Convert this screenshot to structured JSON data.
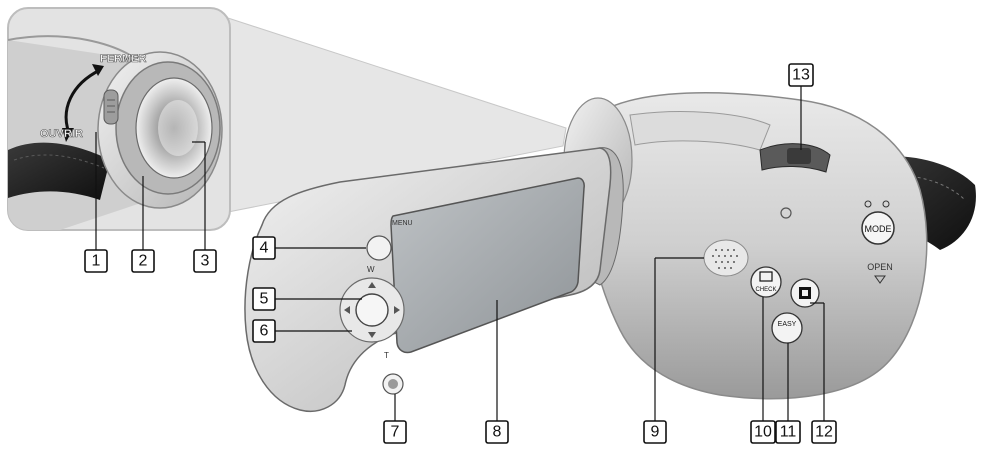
{
  "inset": {
    "close_label": "FERMER",
    "open_label": "OUVRIR"
  },
  "camera": {
    "menu_label": "MENU",
    "w_label": "W",
    "t_label": "T",
    "check_label": "CHECK",
    "easy_label": "EASY",
    "mode_label": "MODE",
    "open_label": "OPEN"
  },
  "callouts": [
    {
      "id": "1",
      "label": "1"
    },
    {
      "id": "2",
      "label": "2"
    },
    {
      "id": "3",
      "label": "3"
    },
    {
      "id": "4",
      "label": "4"
    },
    {
      "id": "5",
      "label": "5"
    },
    {
      "id": "6",
      "label": "6"
    },
    {
      "id": "7",
      "label": "7"
    },
    {
      "id": "8",
      "label": "8"
    },
    {
      "id": "9",
      "label": "9"
    },
    {
      "id": "10",
      "label": "10"
    },
    {
      "id": "11",
      "label": "11"
    },
    {
      "id": "12",
      "label": "12"
    },
    {
      "id": "13",
      "label": "13"
    }
  ]
}
